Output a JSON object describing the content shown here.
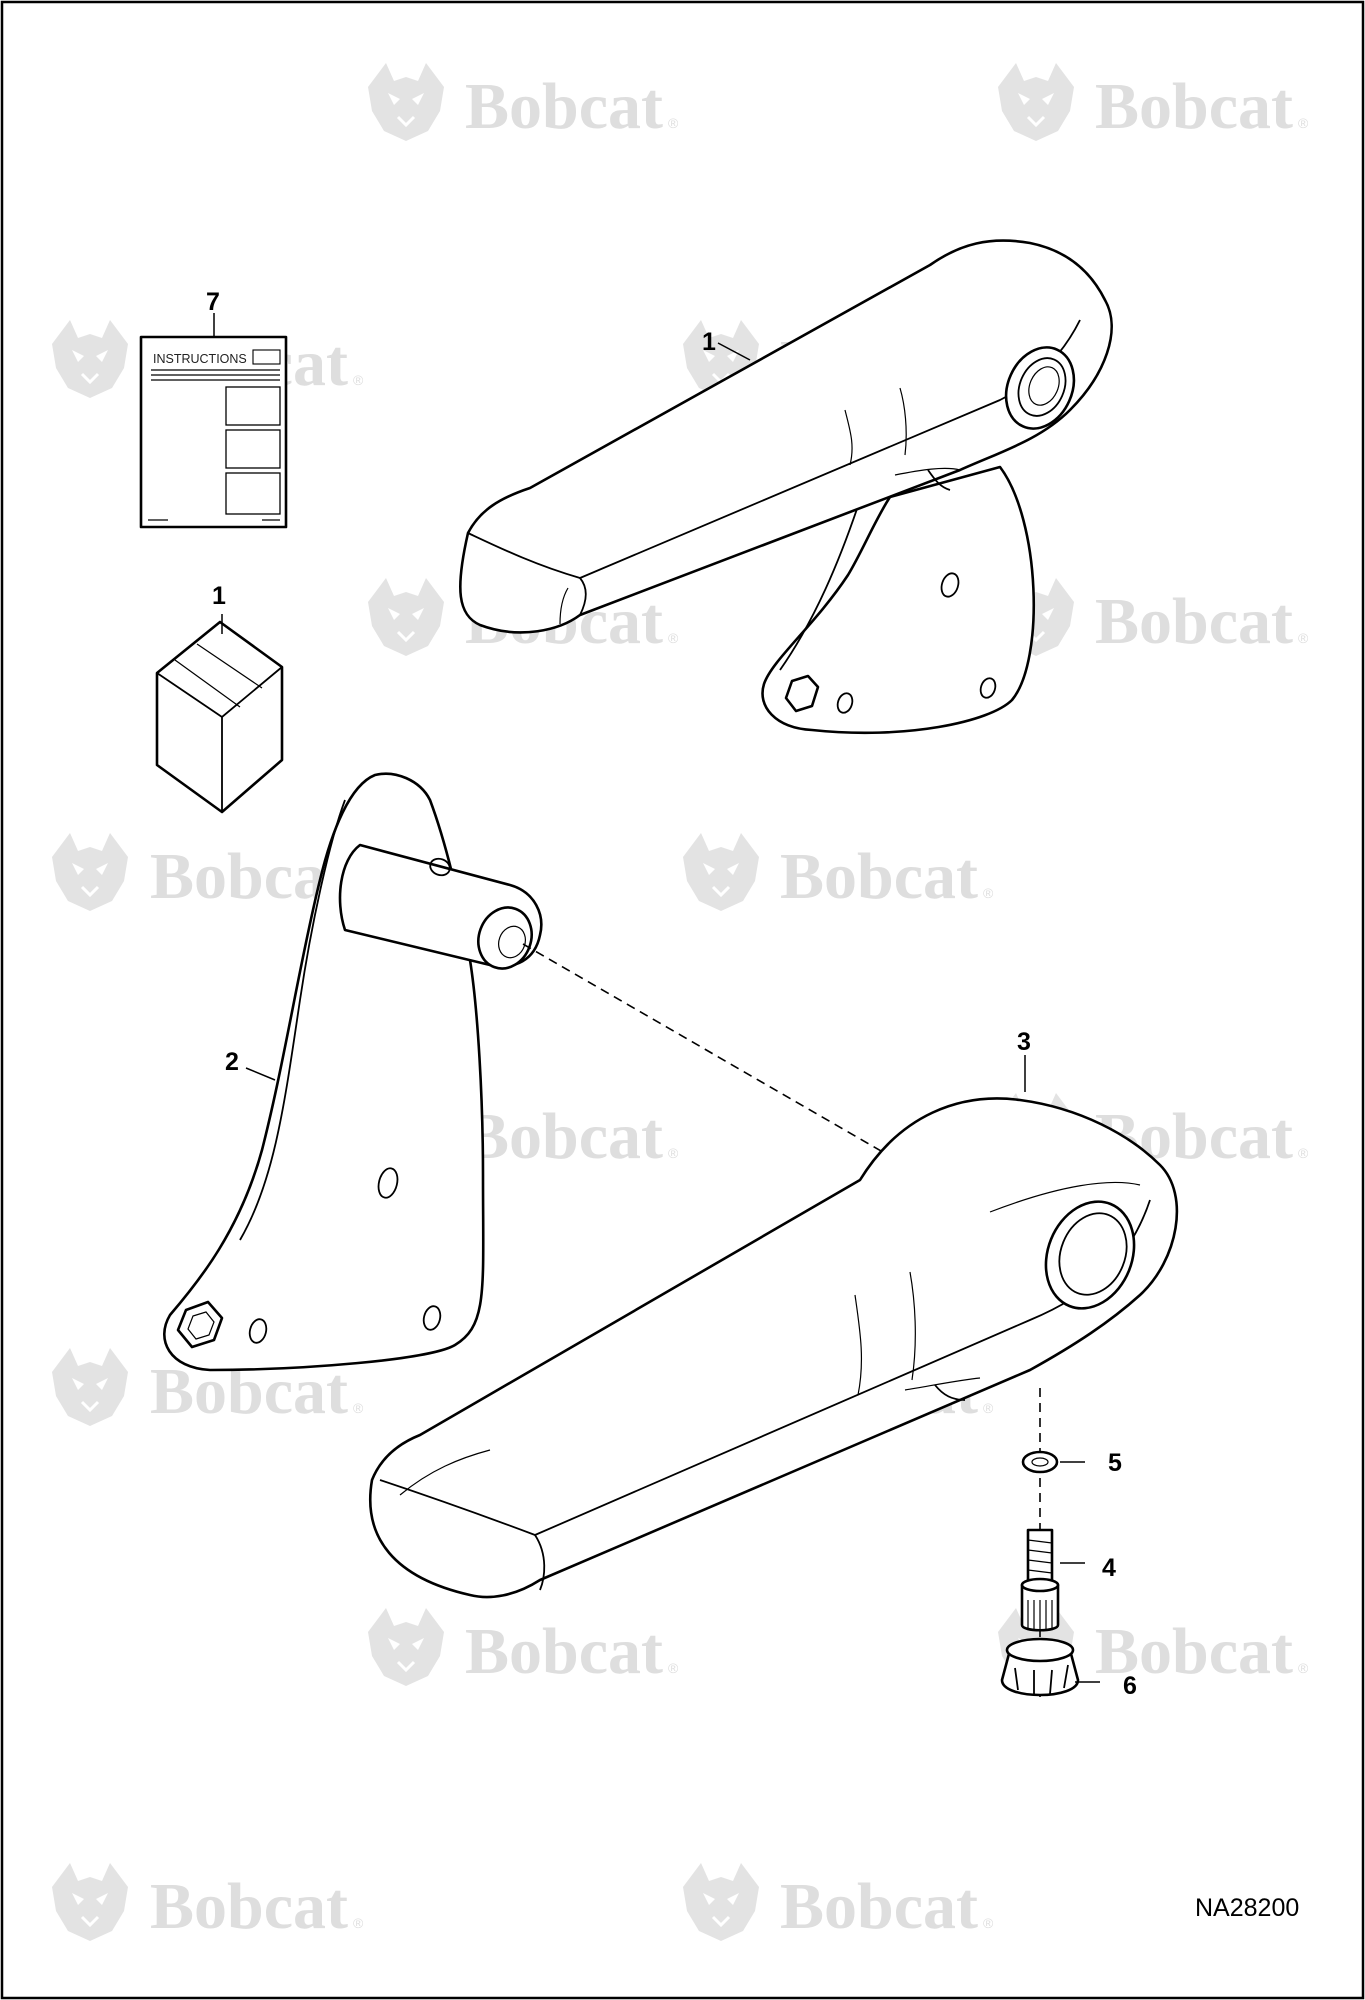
{
  "watermark": {
    "text": "Bobcat",
    "mark": "®",
    "logo": "bobcat-head-logo"
  },
  "figure_id": "NA28200",
  "callouts": {
    "c1_armrest": "1",
    "c1_box": "1",
    "c2": "2",
    "c3": "3",
    "c4": "4",
    "c5": "5",
    "c6": "6",
    "c7": "7"
  },
  "instructions_sheet": {
    "title": "INSTRUCTIONS"
  }
}
